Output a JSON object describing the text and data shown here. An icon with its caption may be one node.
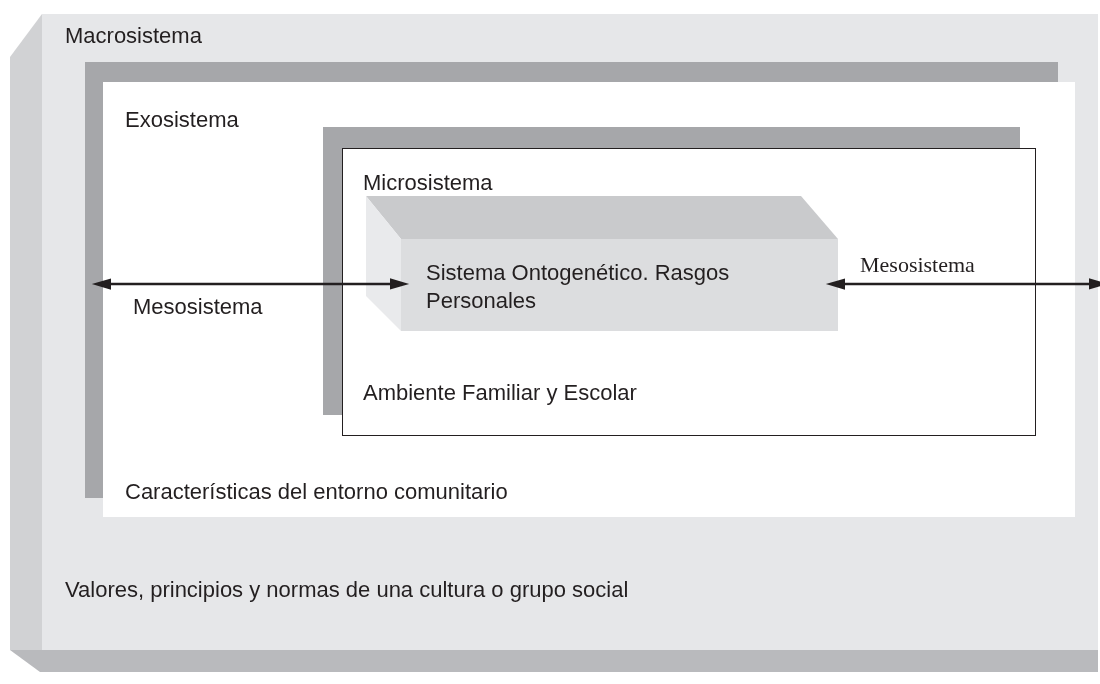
{
  "diagram": {
    "nodes": [
      {
        "text": [
          "Macrosistema",
          "Valores, principios y normas de una cultura o grupo social"
        ]
      },
      {
        "text": [
          "Exosistema",
          "Características del entorno comunitario"
        ],
        "in": 0
      },
      {
        "text": [
          "Microsistema",
          "Ambiente Familiar y Escolar"
        ],
        "in": 1
      },
      {
        "text": [
          "Sistema Ontogenético. Rasgos Personales"
        ],
        "in": 2
      }
    ],
    "edges": [
      {
        "from": 3,
        "to": 1,
        "arrow": "both",
        "label": "Mesosistema"
      },
      {
        "from": 3,
        "to": 0,
        "arrow": "both",
        "label": "Mesosistema"
      }
    ]
  }
}
